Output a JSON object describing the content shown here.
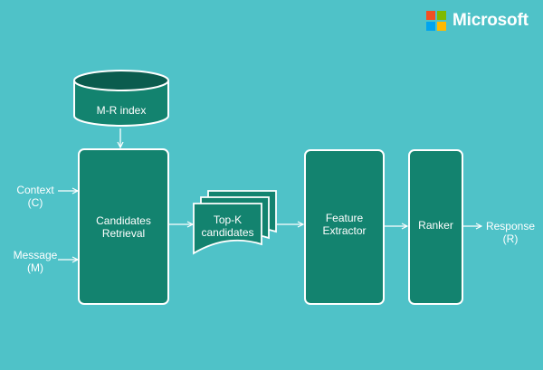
{
  "brand": {
    "name": "Microsoft",
    "logo_colors": [
      "#F25022",
      "#7FBA00",
      "#00A4EF",
      "#FFB900"
    ]
  },
  "colors": {
    "background": "#4FC2C8",
    "box_fill": "#13836F",
    "stroke": "#FFFFFF",
    "cylinder_top": "#0B5C4E"
  },
  "nodes": {
    "index": "M-R index",
    "retrieval": "Candidates\nRetrieval",
    "topk": "Top-K\ncandidates",
    "extractor": "Feature\nExtractor",
    "ranker": "Ranker"
  },
  "inputs": {
    "context": "Context\n(C)",
    "message": "Message\n(M)"
  },
  "output": {
    "response": "Response\n(R)"
  }
}
